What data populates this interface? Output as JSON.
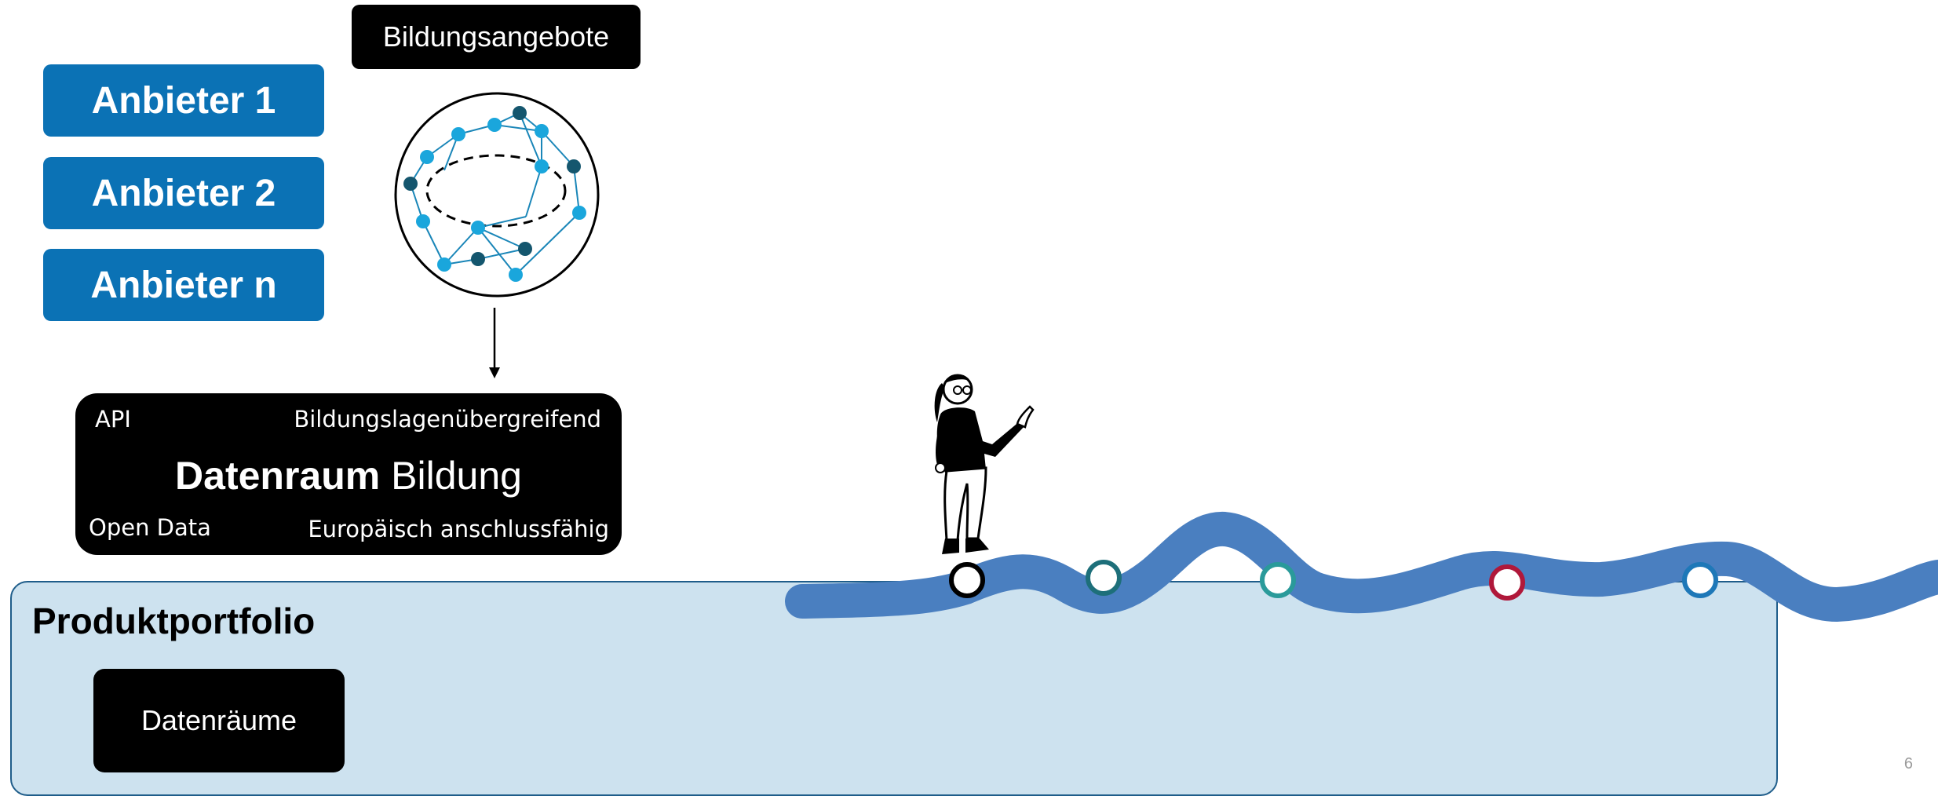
{
  "providers": [
    "Anbieter 1",
    "Anbieter 2",
    "Anbieter n"
  ],
  "offers_label": "Bildungsangebote",
  "data_space": {
    "title_bold": "Datenraum",
    "title_regular": "Bildung",
    "top_left": "API",
    "top_right": "Bildungslagenübergreifend",
    "bottom_left": "Open Data",
    "bottom_right": "Europäisch anschlussfähig"
  },
  "portfolio": {
    "title": "Produktportfolio",
    "item": "Datenräume"
  },
  "page_number": "6",
  "colors": {
    "provider_blue": "#0b72b5",
    "wave_blue": "#4a7fc0",
    "portfolio_bg": "#cde2ef",
    "node_light": "#1aa6dc",
    "node_dark": "#14566e"
  },
  "milestones": [
    {
      "ring": "#000000"
    },
    {
      "ring": "#1d6f7a"
    },
    {
      "ring": "#2a9a9a"
    },
    {
      "ring": "#b0183a"
    },
    {
      "ring": "#1e78b8"
    }
  ]
}
